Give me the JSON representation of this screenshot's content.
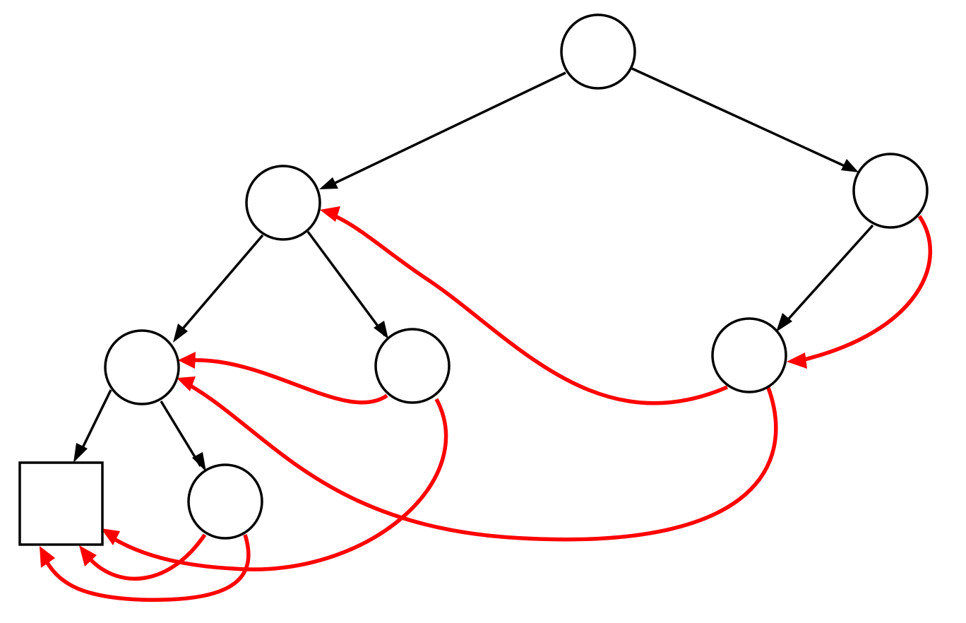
{
  "diagram": {
    "title": "",
    "colors": {
      "tree_edge": "#000000",
      "back_edge": "#ff0000",
      "node_stroke": "#000000",
      "node_fill": "#ffffff",
      "background": "#ffffff"
    },
    "nodes": [
      {
        "id": "root",
        "shape": "circle",
        "label": ""
      },
      {
        "id": "left",
        "shape": "circle",
        "label": ""
      },
      {
        "id": "right",
        "shape": "circle",
        "label": ""
      },
      {
        "id": "left-left",
        "shape": "circle",
        "label": ""
      },
      {
        "id": "left-right",
        "shape": "circle",
        "label": ""
      },
      {
        "id": "right-child",
        "shape": "circle",
        "label": ""
      },
      {
        "id": "left-left-right",
        "shape": "circle",
        "label": ""
      },
      {
        "id": "terminal",
        "shape": "square",
        "label": ""
      }
    ],
    "tree_edges": [
      {
        "from": "root",
        "to": "left"
      },
      {
        "from": "root",
        "to": "right"
      },
      {
        "from": "left",
        "to": "left-left"
      },
      {
        "from": "left",
        "to": "left-right"
      },
      {
        "from": "right",
        "to": "right-child"
      },
      {
        "from": "left-left",
        "to": "terminal"
      },
      {
        "from": "left-left",
        "to": "left-left-right"
      }
    ],
    "back_edges": [
      {
        "from": "right",
        "to": "right-child"
      },
      {
        "from": "right-child",
        "to": "left"
      },
      {
        "from": "right-child",
        "to": "left-left"
      },
      {
        "from": "left-right",
        "to": "left-left"
      },
      {
        "from": "left-right",
        "to": "terminal"
      },
      {
        "from": "left-left-right",
        "to": "terminal"
      },
      {
        "from": "left-left-right",
        "to": "terminal"
      }
    ]
  }
}
